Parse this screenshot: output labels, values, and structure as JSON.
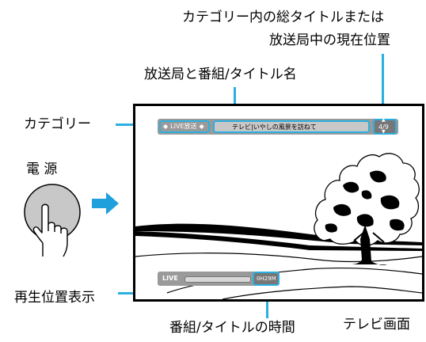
{
  "labels": {
    "total_titles_line1": "カテゴリー内の総タイトルまたは",
    "total_titles_line2": "放送局中の現在位置",
    "station_program": "放送局と番組/タイトル名",
    "category": "カテゴリー",
    "power": "電 源",
    "playback_position": "再生位置表示",
    "program_time": "番組/タイトルの時間",
    "tv_screen": "テレビ画面"
  },
  "osd": {
    "category_value": "LIVE放送",
    "program_value": "テレビ|いやしの風景を訪ねて",
    "position_value": "4/9",
    "live_label": "LIVE",
    "time_value": "0H29M"
  },
  "colors": {
    "callout": "#2ab0e0",
    "osd_bar": "#9a9a9a",
    "button_fill": "#c8c8c8",
    "arrow": "#1ea0dc"
  },
  "icons": {
    "power_button": "circle-button-icon",
    "hand": "pointing-hand-icon",
    "arrow": "right-arrow-icon",
    "scene": "tree-landscape-illustration"
  }
}
